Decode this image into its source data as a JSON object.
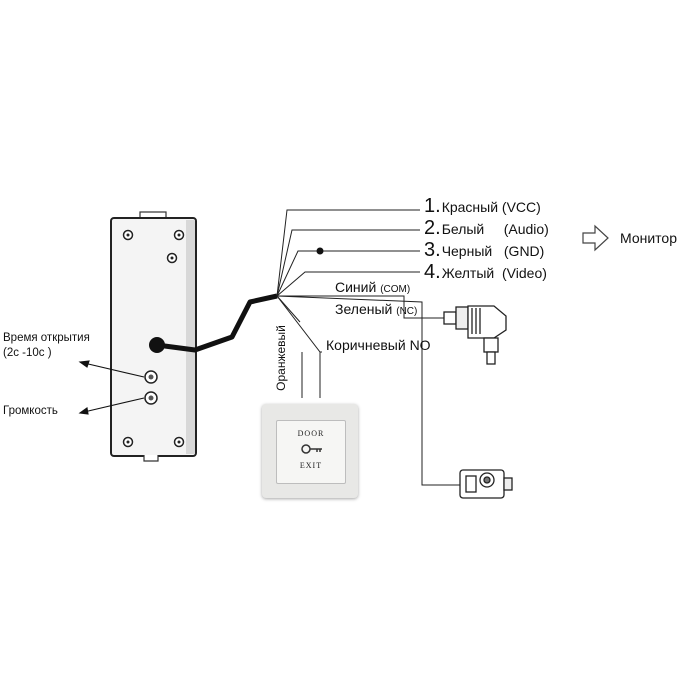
{
  "wires": [
    {
      "num": "1.",
      "color": "Красный",
      "signal": "(VCC)"
    },
    {
      "num": "2.",
      "color": "Белый",
      "signal": "(Audio)"
    },
    {
      "num": "3.",
      "color": "Черный",
      "signal": "(GND)"
    },
    {
      "num": "4.",
      "color": "Желтый",
      "signal": "(Video)"
    }
  ],
  "monitor_label": "Монитор",
  "relay": {
    "blue": "Синий",
    "blue_sub": "(COM)",
    "green": "Зеленый",
    "green_sub": "(NC)",
    "brown": "Коричневый NO",
    "orange": "Оранжевый"
  },
  "panel": {
    "open_time": "Время открытия",
    "open_range": "(2с -10с )",
    "volume": "Громкость"
  },
  "exit_button": {
    "top": "DOOR",
    "bottom": "EXIT"
  },
  "icons": [
    "arrow-right-outline-icon",
    "key-icon",
    "screw-icon",
    "trimmer-knob-icon",
    "dc-plug-icon",
    "electric-lock-icon"
  ]
}
